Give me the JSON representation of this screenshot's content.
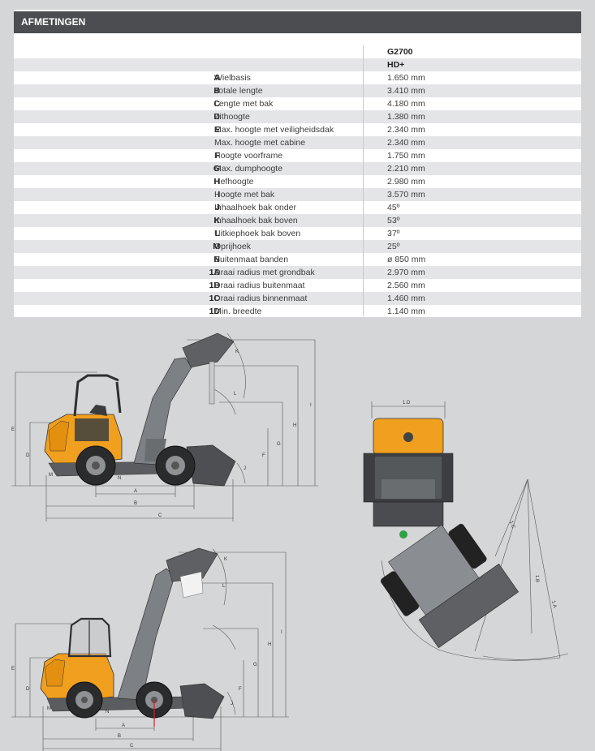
{
  "header": {
    "title": "AFMETINGEN"
  },
  "table": {
    "model_line1": "G2700",
    "model_line2": "HD+",
    "rows": [
      {
        "code": "A",
        "label": "Wielbasis",
        "value": "1.650 mm"
      },
      {
        "code": "B",
        "label": "Totale lengte",
        "value": "3.410 mm"
      },
      {
        "code": "C",
        "label": "Lengte met bak",
        "value": "4.180 mm"
      },
      {
        "code": "D",
        "label": "Zithoogte",
        "value": "1.380 mm"
      },
      {
        "code": "E",
        "label": "Max. hoogte met veiligheidsdak",
        "value": "2.340 mm"
      },
      {
        "code": "",
        "label": "Max. hoogte met cabine",
        "value": "2.340 mm"
      },
      {
        "code": "F",
        "label": "Hoogte voorframe",
        "value": "1.750 mm"
      },
      {
        "code": "G",
        "label": "Max. dumphoogte",
        "value": "2.210 mm"
      },
      {
        "code": "H",
        "label": "Hefhoogte",
        "value": "2.980 mm"
      },
      {
        "code": "I",
        "label": "Hoogte met bak",
        "value": "3.570 mm"
      },
      {
        "code": "J",
        "label": "Inhaalhoek bak onder",
        "value": "45º"
      },
      {
        "code": "K",
        "label": "Inhaalhoek bak boven",
        "value": "53º"
      },
      {
        "code": "L",
        "label": "Uitkiephoek bak boven",
        "value": "37º"
      },
      {
        "code": "M",
        "label": "Oprijhoek",
        "value": "25º"
      },
      {
        "code": "N",
        "label": "Buitenmaat banden",
        "value": "ø 850 mm"
      },
      {
        "code": "1A",
        "label": "Draai radius met grondbak",
        "value": "2.970 mm"
      },
      {
        "code": "1B",
        "label": "Draai radius buitenmaat",
        "value": "2.560 mm"
      },
      {
        "code": "1C",
        "label": "Draai radius binnenmaat",
        "value": "1.460 mm"
      },
      {
        "code": "1D",
        "label": "Min. breedte",
        "value": "1.140 mm"
      }
    ]
  },
  "drawing_labels": {
    "a": "A",
    "b": "B",
    "c": "C",
    "d": "D",
    "e": "E",
    "f": "F",
    "g": "G",
    "h": "H",
    "i": "I",
    "j": "J",
    "k": "K",
    "l": "L",
    "m": "M",
    "n": "N",
    "r1a": "1.A",
    "r1b": "1.B",
    "r1c": "1.C",
    "r1d": "1.D"
  },
  "colors": {
    "header_bg": "#4b4d50",
    "machine_orange": "#f0a01e",
    "machine_dark": "#4a4c4f"
  }
}
